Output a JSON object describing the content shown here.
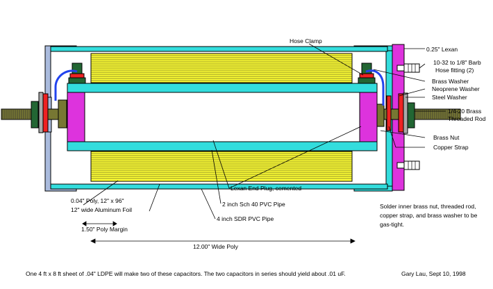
{
  "labels": {
    "hose_clamp": "Hose Clamp",
    "lexan_sheet": "0.25\" Lexan",
    "barb_fitting_line1": "10-32 to 1/8\" Barb",
    "barb_fitting_line2": "Hose fitting (2)",
    "brass_washer": "Brass Washer",
    "neoprene_washer": "Neoprene Washer",
    "steel_washer": "Steel Washer",
    "threaded_rod_line1": "1/4-20 Brass",
    "threaded_rod_line2": "Threaded Rod",
    "brass_nut": "Brass Nut",
    "copper_strap": "Copper Strap",
    "lexan_end_plug": "Lexan End Plug, cemented",
    "pvc_sch40": "2 inch Sch 40 PVC Pipe",
    "pvc_sdr": "4 inch SDR PVC Pipe",
    "poly_sheet": "0.04\" Poly, 12\" x 96\"",
    "aluminum_foil": "12\" wide Aluminum Foil",
    "poly_margin": "1.50\" Poly Margin",
    "wide_poly": "12.00\" Wide Poly"
  },
  "notes": {
    "solder_line1": "Solder inner brass nut, threaded rod,",
    "solder_line2": "copper strap, and brass washer to be",
    "solder_line3": "gas-tight.",
    "footer": "One 4 ft x 8 ft sheet of .04\" LDPE will make two of these capacitors.  The two capacitors in series should yield about .01 uF.",
    "author": "Gary Lau, Sept 10, 1998"
  },
  "colors": {
    "pipe_cyan": "#33dddd",
    "poly_yellow": "#ffff33",
    "plug_magenta": "#dd33dd",
    "rod_olive": "#777733",
    "strap_blue": "#2244ee",
    "washer_red": "#ee2222",
    "washer_gray": "#aaaaaa",
    "nut_green": "#226633",
    "bracket_lightblue": "#aabbdd"
  }
}
